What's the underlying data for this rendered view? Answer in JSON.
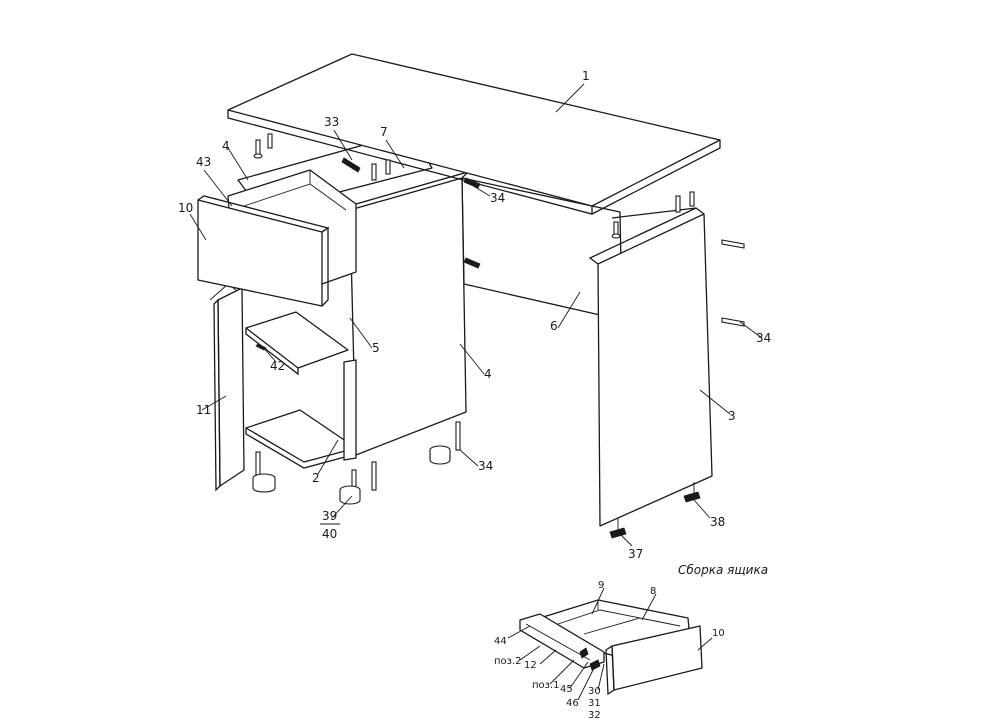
{
  "drawing": {
    "caption": "Сборка ящика",
    "callouts": {
      "p1": "1",
      "p33": "33",
      "p7": "7",
      "p4a": "4",
      "p43": "43",
      "p10": "10",
      "p34a": "34",
      "p6": "6",
      "p34b": "34",
      "p5": "5",
      "p4b": "4",
      "p42": "42",
      "p3": "3",
      "p11": "11",
      "p2": "2",
      "p34c": "34",
      "p38": "38",
      "p39": "39",
      "p40": "40",
      "p37": "37"
    },
    "drawer_callouts": {
      "d9": "9",
      "d8": "8",
      "d44": "44",
      "d10": "10",
      "dpoz2": "поз.2",
      "d12": "12",
      "dpoz1": "поз.1",
      "d45": "45",
      "d46": "46",
      "d30": "30",
      "d31": "31",
      "d32": "32"
    }
  }
}
